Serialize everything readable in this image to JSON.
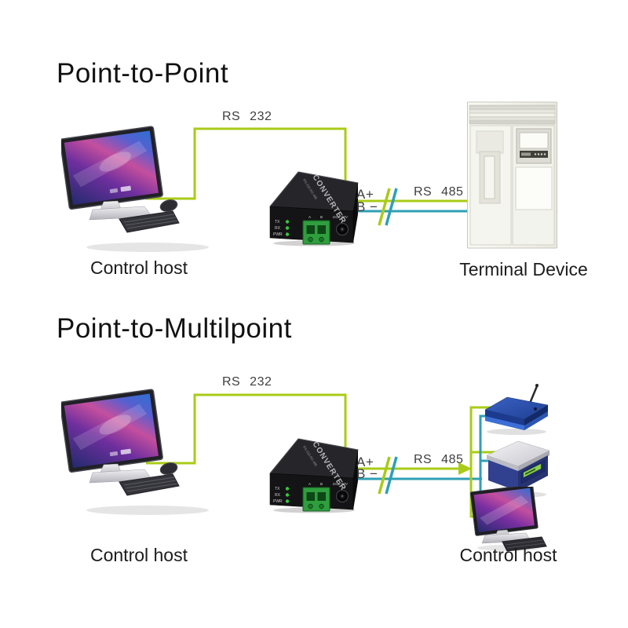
{
  "colors": {
    "green": "#a9cb17",
    "teal": "#2f9fb4",
    "label": "#3e3e3e",
    "text_dark": "#1c1c1c"
  },
  "section1": {
    "title": "Point-to-Point",
    "left_caption": "Control host",
    "right_caption": "Terminal Device"
  },
  "section2": {
    "title": "Point-to-Multilpoint",
    "left_caption": "Control host",
    "right_caption": "Control host"
  },
  "wire_labels": {
    "rs232": "RS 232",
    "rs485": "RS 485",
    "a_plus": "A+",
    "b_minus": "B −"
  },
  "converter": {
    "title": "CONVERTER",
    "subtitle": "RS-232-RS-485",
    "leds": [
      "TX",
      "RX",
      "PWR"
    ],
    "terminals": [
      "A",
      "B"
    ],
    "power": "DC9-52V"
  }
}
